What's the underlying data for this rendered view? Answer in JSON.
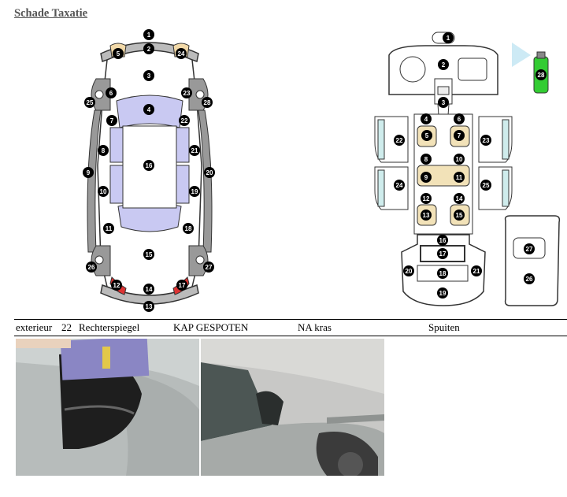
{
  "title": "Schade Taxatie",
  "exterior_markers": [
    "1",
    "2",
    "3",
    "4",
    "5",
    "6",
    "7",
    "8",
    "9",
    "10",
    "11",
    "12",
    "13",
    "14",
    "15",
    "16",
    "17",
    "18",
    "19",
    "20",
    "21",
    "22",
    "23",
    "24",
    "25",
    "26",
    "27",
    "28"
  ],
  "interior_markers": [
    "1",
    "2",
    "3",
    "4",
    "5",
    "6",
    "7",
    "8",
    "9",
    "10",
    "11",
    "12",
    "13",
    "14",
    "15",
    "16",
    "17",
    "18",
    "19",
    "20",
    "21",
    "22",
    "23",
    "24",
    "25",
    "26",
    "27",
    "28"
  ],
  "damage": {
    "category": "exterieur",
    "number": "22",
    "part": "Rechterspiegel",
    "description": "KAP GESPOTEN",
    "condition": "NA kras",
    "action": "Spuiten"
  },
  "photos": [
    {
      "subject": "side-mirror-closeup"
    },
    {
      "subject": "car-front-side"
    }
  ]
}
